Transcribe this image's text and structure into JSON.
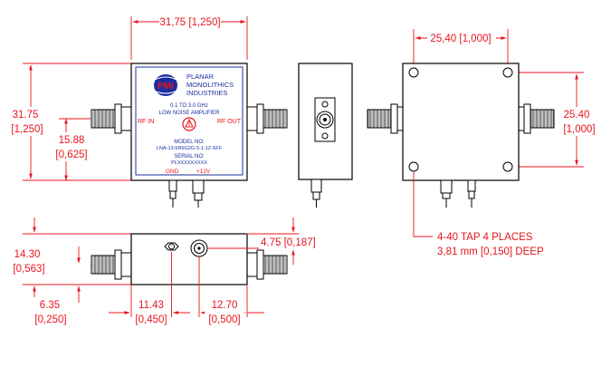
{
  "logo": {
    "initials": "PMI",
    "company_lines": [
      "PLANAR",
      "MONOLITHICS",
      "INDUSTRIES"
    ]
  },
  "label": {
    "freq": "0.1 TO 3.0 GHz",
    "type": "LOW NOISE AMPLIFIER",
    "model_heading": "MODEL NO:",
    "model_number": "LNA-13-5R5G2G-5-1-12-SFF",
    "serial_heading": "SERIAL NO:",
    "serial_number": "PLXXXXXXXXX",
    "rf_in": "RF IN",
    "rf_out": "RF OUT",
    "gnd": "GND",
    "vcc": "+12V"
  },
  "dimensions": {
    "front_width": [
      "31,75 [1,250]"
    ],
    "front_height": [
      "31.75",
      "[1,250]"
    ],
    "connector_center": [
      "15.88",
      "[0,625]"
    ],
    "rear_hole_span_x": [
      "25,40 [1,000]"
    ],
    "rear_hole_span_y": [
      "25.40",
      "[1,000]"
    ],
    "side_height": [
      "14.30",
      "[0,563]"
    ],
    "side_connector_height": [
      "6.35",
      "[0,250]"
    ],
    "side_pin_offset": [
      "4.75 [0,187]"
    ],
    "gnd_pin_position": [
      "11.43",
      "[0,450]"
    ],
    "vcc_pin_position": [
      "12.70",
      "[0,500]"
    ]
  },
  "notes": {
    "tap_holes": [
      "4-40 TAP 4 PLACES",
      "3,81 mm [0,150] DEEP"
    ]
  },
  "colors": {
    "dimension": "#e8141c",
    "label_text": "#1b2fa0",
    "outline": "#000000"
  }
}
